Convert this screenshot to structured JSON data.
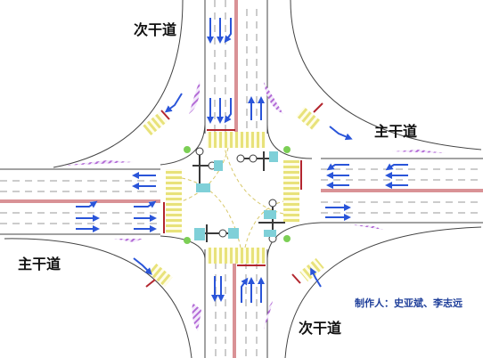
{
  "labels": {
    "minor_road_top": "次干道",
    "minor_road_bottom": "次干道",
    "major_road_right": "主干道",
    "major_road_left": "主干道"
  },
  "credit": "制作人：史亚斌、李志远",
  "colors": {
    "lane_arrow": "#2a55d9",
    "stop_line": "#b3262e",
    "crosswalk": "#e8e27a",
    "island_stripe": "#b36bd6",
    "signal": "#3a3a3a"
  }
}
